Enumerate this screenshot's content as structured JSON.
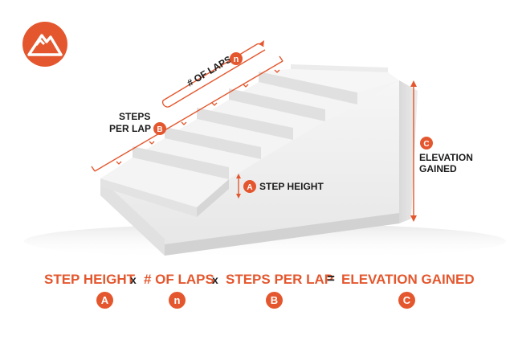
{
  "colors": {
    "accent": "#e4572e",
    "stair_top": "#f2f2f2",
    "stair_side": "#dcdcdc",
    "text": "#1a1a1a"
  },
  "logo": {
    "icon": "mountain-logo-icon"
  },
  "diagram": {
    "laps_label": "# OF LAPS",
    "laps_badge": "n",
    "steps_label_line1": "STEPS",
    "steps_label_line2": "PER LAP",
    "steps_badge": "B",
    "elevation_label_line1": "ELEVATION",
    "elevation_label_line2": "GAINED",
    "elevation_badge": "C",
    "step_height_label": "STEP HEIGHT",
    "step_height_badge": "A"
  },
  "formula": {
    "terms": [
      "STEP HEIGHT",
      "# OF LAPS",
      "STEPS PER LAP",
      "ELEVATION GAINED"
    ],
    "operators": [
      "x",
      "x",
      "="
    ],
    "badges": [
      "A",
      "n",
      "B",
      "C"
    ]
  }
}
